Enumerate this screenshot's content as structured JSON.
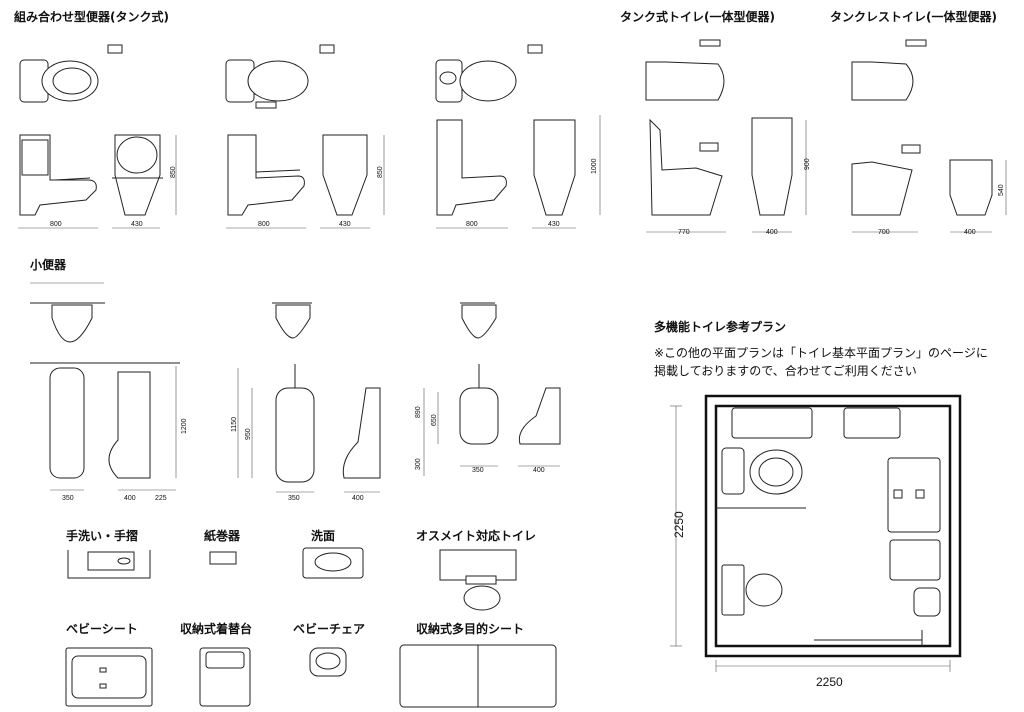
{
  "titles": {
    "combo_toilet": "組み合わせ型便器(タンク式)",
    "tank_one_piece": "タンク式トイレ(一体型便器)",
    "tankless_one_piece": "タンクレストイレ(一体型便器)",
    "urinal": "小便器",
    "multipurpose_plan": "多機能トイレ参考プラン",
    "hand_wash_rail": "手洗い・手摺",
    "paper_holder": "紙巻器",
    "wash_basin": "洗面",
    "ostomate_toilet": "オスメイト対応トイレ",
    "baby_seat": "ベビーシート",
    "storage_changing_table": "収納式着替台",
    "baby_chair": "ベビーチェア",
    "storage_multipurpose_seat": "収納式多目的シート"
  },
  "plan_note": {
    "line1": "※この他の平面プランは「トイレ基本平面プラン」のページに",
    "line2": "掲載しておりますので、合わせてご利用ください"
  },
  "dimensions": {
    "combo1_width": "800",
    "combo1_depth": "430",
    "combo1_height": "850",
    "combo2_width": "800",
    "combo2_depth": "430",
    "combo2_height": "850",
    "combo3_width": "800",
    "combo3_depth": "430",
    "combo3_height": "1000",
    "tank_width": "770",
    "tank_depth": "400",
    "tank_height": "900",
    "tankless_width": "700",
    "tankless_depth": "400",
    "tankless_height": "540",
    "urinal1_front": "350",
    "urinal1_side": "400",
    "urinal1_wall": "225",
    "urinal1_height": "1200",
    "urinal2_front": "350",
    "urinal2_side": "400",
    "urinal2_h1": "1150",
    "urinal2_h2": "950",
    "urinal3_front": "350",
    "urinal3_side": "400",
    "urinal3_h1": "890",
    "urinal3_h2": "650",
    "urinal3_h3": "300",
    "plan_height": "2250",
    "plan_width": "2250"
  }
}
